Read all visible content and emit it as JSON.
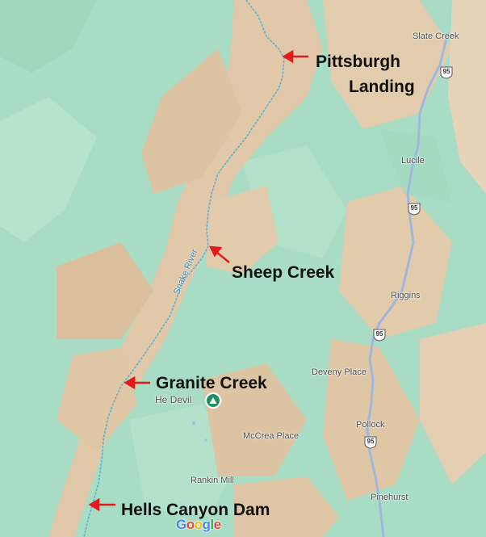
{
  "places": {
    "slate_creek": "Slate Creek",
    "lucile": "Lucile",
    "riggins": "Riggins",
    "deveny_place": "Deveny Place",
    "pollock": "Pollock",
    "mccrea_place": "McCrea Place",
    "rankin_mill": "Rankin Mill",
    "pinehurst": "Pinehurst",
    "he_devil": "He Devil"
  },
  "river": {
    "label": "Snake River"
  },
  "highway": {
    "route": "95"
  },
  "annotations": {
    "pittsburgh_line1": "Pittsburgh",
    "pittsburgh_line2": "Landing",
    "sheep_creek": "Sheep Creek",
    "granite_creek": "Granite Creek",
    "hells_canyon_dam": "Hells Canyon Dam"
  },
  "logo": {
    "g1": "G",
    "o1": "o",
    "o2": "o",
    "g2": "g",
    "l": "l",
    "e": "e"
  },
  "colors": {
    "forest": "#a8dcc4",
    "terrain": "#e0c8a8",
    "river": "#5ab0d0",
    "highway": "#9fb7de",
    "arrow": "#e01b1b",
    "poi": "#1f8f5f"
  }
}
